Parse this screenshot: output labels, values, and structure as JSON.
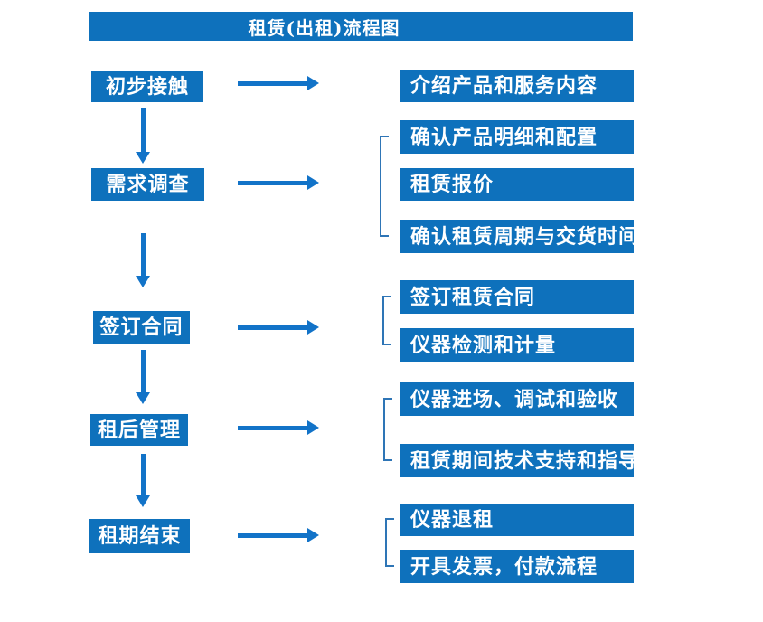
{
  "colors": {
    "primary": "#0E71BC",
    "arrow": "#1273C8",
    "bracket": "#2E75B6",
    "text": "#FFFFFF",
    "background": "#FFFFFF"
  },
  "flowchart": {
    "title": "租赁(出租)流程图",
    "stages": [
      {
        "label": "初步接触",
        "details": [
          "介绍产品和服务内容"
        ]
      },
      {
        "label": "需求调查",
        "details": [
          "确认产品明细和配置",
          "租赁报价",
          "确认租赁周期与交货时间"
        ]
      },
      {
        "label": "签订合同",
        "details": [
          "签订租赁合同",
          "仪器检测和计量"
        ]
      },
      {
        "label": "租后管理",
        "details": [
          "仪器进场、调试和验收",
          "租赁期间技术支持和指导"
        ]
      },
      {
        "label": "租期结束",
        "details": [
          "仪器退租",
          "开具发票，付款流程"
        ]
      }
    ]
  }
}
